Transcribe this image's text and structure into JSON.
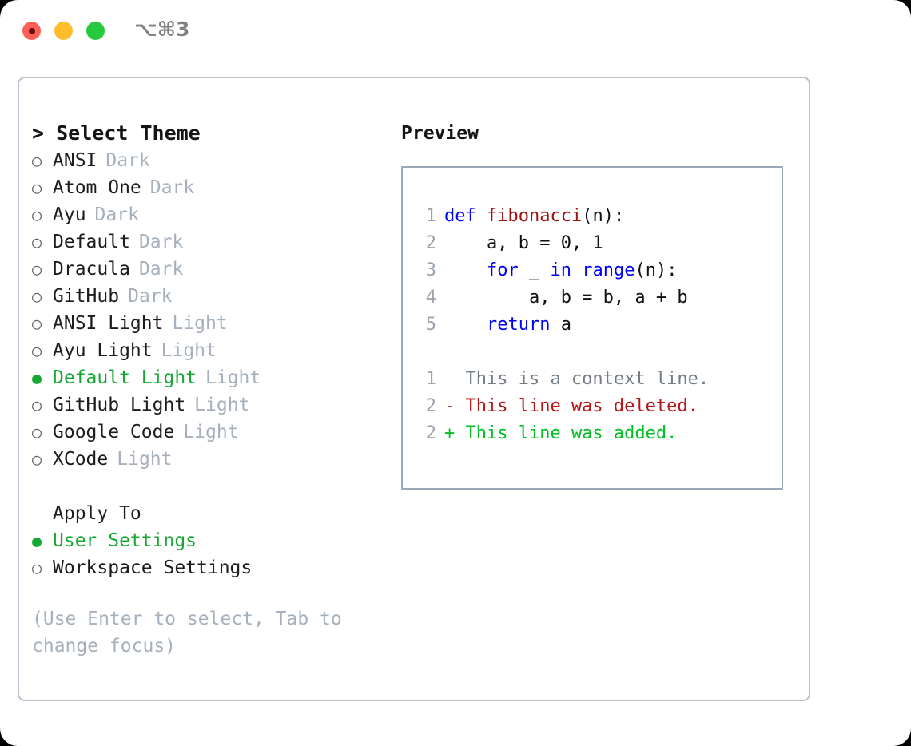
{
  "titlebar": {
    "traffic_lights": [
      {
        "name": "close",
        "color": "#ff5f56"
      },
      {
        "name": "minimize",
        "color": "#ffbd2e"
      },
      {
        "name": "maximize",
        "color": "#27c93f"
      }
    ],
    "shortcut": "⌥⌘3"
  },
  "left": {
    "header": "> Select Theme",
    "themes": [
      {
        "bullet": "○",
        "label": "ANSI",
        "variant": "Dark",
        "selected": false
      },
      {
        "bullet": "○",
        "label": "Atom One",
        "variant": "Dark",
        "selected": false
      },
      {
        "bullet": "○",
        "label": "Ayu",
        "variant": "Dark",
        "selected": false
      },
      {
        "bullet": "○",
        "label": "Default",
        "variant": "Dark",
        "selected": false
      },
      {
        "bullet": "○",
        "label": "Dracula",
        "variant": "Dark",
        "selected": false
      },
      {
        "bullet": "○",
        "label": "GitHub",
        "variant": "Dark",
        "selected": false
      },
      {
        "bullet": "○",
        "label": "ANSI Light",
        "variant": "Light",
        "selected": false
      },
      {
        "bullet": "○",
        "label": "Ayu Light",
        "variant": "Light",
        "selected": false
      },
      {
        "bullet": "●",
        "label": "Default Light",
        "variant": "Light",
        "selected": true
      },
      {
        "bullet": "○",
        "label": "GitHub Light",
        "variant": "Light",
        "selected": false
      },
      {
        "bullet": "○",
        "label": "Google Code",
        "variant": "Light",
        "selected": false
      },
      {
        "bullet": "○",
        "label": "XCode",
        "variant": "Light",
        "selected": false
      }
    ],
    "apply_to_title": "Apply To",
    "apply_to": [
      {
        "bullet": "●",
        "label": "User Settings",
        "selected": true
      },
      {
        "bullet": "○",
        "label": "Workspace Settings",
        "selected": false
      }
    ],
    "hint": "(Use Enter to select, Tab to change focus)"
  },
  "right": {
    "preview_title": "Preview",
    "code_lines": [
      {
        "no": "1",
        "tokens": [
          {
            "t": "def",
            "c": "kw"
          },
          {
            "t": " ",
            "c": "pl"
          },
          {
            "t": "fibonacci",
            "c": "fn"
          },
          {
            "t": "(n):",
            "c": "pl"
          }
        ]
      },
      {
        "no": "2",
        "tokens": [
          {
            "t": "    a, b = 0, 1",
            "c": "pl"
          }
        ]
      },
      {
        "no": "3",
        "tokens": [
          {
            "t": "    ",
            "c": "pl"
          },
          {
            "t": "for",
            "c": "kw"
          },
          {
            "t": " _ ",
            "c": "pl"
          },
          {
            "t": "in",
            "c": "kw"
          },
          {
            "t": " ",
            "c": "pl"
          },
          {
            "t": "range",
            "c": "kw"
          },
          {
            "t": "(n):",
            "c": "pl"
          }
        ]
      },
      {
        "no": "4",
        "tokens": [
          {
            "t": "        a, b = b, a + b",
            "c": "pl"
          }
        ]
      },
      {
        "no": "5",
        "tokens": [
          {
            "t": "    ",
            "c": "pl"
          },
          {
            "t": "return",
            "c": "kw"
          },
          {
            "t": " a",
            "c": "pl"
          }
        ]
      }
    ],
    "diff_lines": [
      {
        "no": "1",
        "text": "  This is a context line.",
        "kind": "diff-ctx"
      },
      {
        "no": "2",
        "text": "- This line was deleted.",
        "kind": "diff-del"
      },
      {
        "no": "2",
        "text": "+ This line was added.",
        "kind": "diff-add"
      }
    ]
  }
}
